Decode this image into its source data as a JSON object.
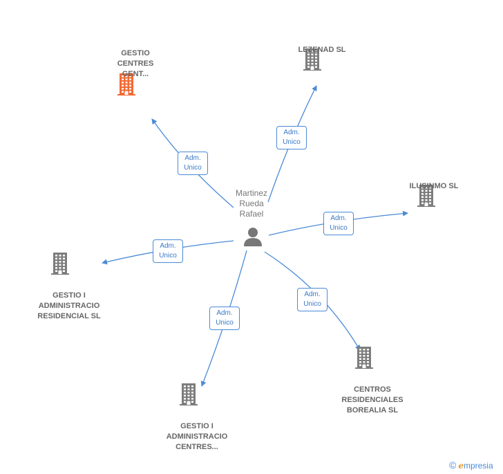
{
  "person": {
    "name_lines": [
      "Martinez",
      "Rueda",
      "Rafael"
    ]
  },
  "edge_label": {
    "line1": "Adm.",
    "line2": "Unico"
  },
  "colors": {
    "edge": "#4a8ad6",
    "building": "#7d7d7d",
    "building_highlight": "#f26a35",
    "person": "#777777"
  },
  "icons": {
    "company": "building-icon",
    "person": "person-icon"
  },
  "nodes": [
    {
      "id": "gestio-centres-gent",
      "lines": [
        "GESTIO",
        "CENTRES",
        "GENT..."
      ],
      "highlight": true
    },
    {
      "id": "lezenad-sl",
      "lines": [
        "LEZENAD SL"
      ],
      "highlight": false
    },
    {
      "id": "ilusinmo-sl",
      "lines": [
        "ILUSINMO  SL"
      ],
      "highlight": false
    },
    {
      "id": "gestio-i-administracio-residencial-sl",
      "lines": [
        "GESTIO I",
        "ADMINISTRACIO",
        "RESIDENCIAL SL"
      ],
      "highlight": false
    },
    {
      "id": "gestio-i-administracio-centres",
      "lines": [
        "GESTIO I",
        "ADMINISTRACIO",
        "CENTRES..."
      ],
      "highlight": false
    },
    {
      "id": "centros-residenciales-borealia-sl",
      "lines": [
        "CENTROS",
        "RESIDENCIALES",
        "BOREALIA SL"
      ],
      "highlight": false
    }
  ],
  "footer": {
    "copyright_symbol": "©",
    "brand_first": "e",
    "brand_rest": "mpresia"
  }
}
